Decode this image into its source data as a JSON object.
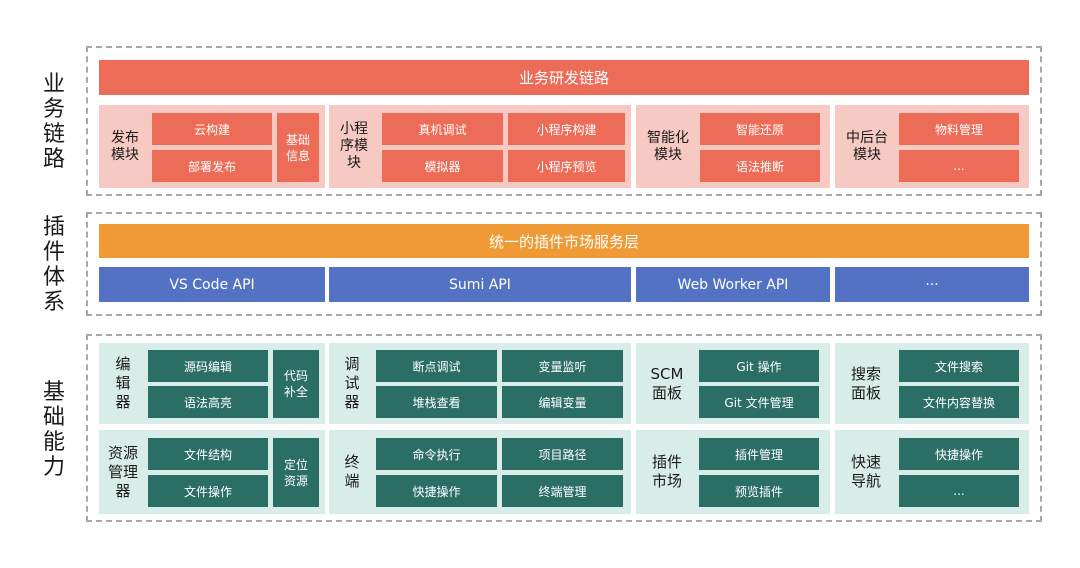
{
  "side_titles": {
    "business": "业务\n链路",
    "plugin": "插件\n体系",
    "base": "基础\n能力"
  },
  "business": {
    "header": "业务研发链路",
    "modules": [
      {
        "label": "发布\n模块",
        "items": [
          "云构建",
          "部署发布"
        ],
        "side": "基础\n信息"
      },
      {
        "label": "小程\n序模\n块",
        "items": [
          "真机调试",
          "小程序构建",
          "模拟器",
          "小程序预览"
        ]
      },
      {
        "label": "智能化\n模块",
        "items": [
          "智能还原",
          "语法推断"
        ]
      },
      {
        "label": "中后台\n模块",
        "items": [
          "物料管理",
          "..."
        ]
      }
    ]
  },
  "plugin": {
    "header": "统一的插件市场服务层",
    "apis": [
      "VS Code API",
      "Sumi API",
      "Web Worker API",
      "···"
    ]
  },
  "base": {
    "row1": [
      {
        "label": "编\n辑\n器",
        "items": [
          "源码编辑",
          "语法高亮"
        ],
        "side": "代码\n补全"
      },
      {
        "label": "调\n试\n器",
        "items": [
          "断点调试",
          "变量监听",
          "堆栈查看",
          "编辑变量"
        ]
      },
      {
        "label": "SCM\n面板",
        "items": [
          "Git 操作",
          "Git 文件管理"
        ]
      },
      {
        "label": "搜索\n面板",
        "items": [
          "文件搜索",
          "文件内容替换"
        ]
      }
    ],
    "row2": [
      {
        "label": "资源\n管理\n器",
        "items": [
          "文件结构",
          "文件操作"
        ],
        "side": "定位\n资源"
      },
      {
        "label": "终\n端",
        "items": [
          "命令执行",
          "项目路径",
          "快捷操作",
          "终端管理"
        ]
      },
      {
        "label": "插件\n市场",
        "items": [
          "插件管理",
          "预览插件"
        ]
      },
      {
        "label": "快速\n导航",
        "items": [
          "快捷操作",
          "..."
        ]
      }
    ]
  }
}
